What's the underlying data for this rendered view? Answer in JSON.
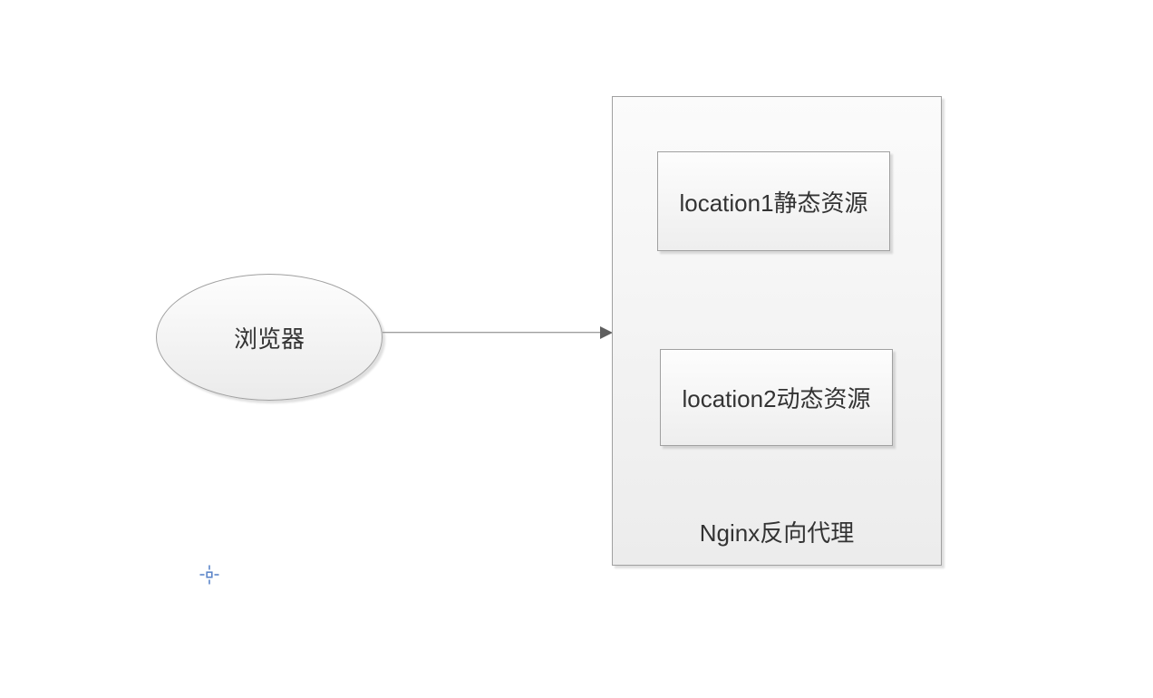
{
  "diagram": {
    "browser": {
      "label": "浏览器"
    },
    "connector": {
      "type": "arrow",
      "direction": "right"
    },
    "nginx": {
      "label": "Nginx反向代理",
      "locations": [
        {
          "label": "location1静态资源"
        },
        {
          "label": "location2动态资源"
        }
      ]
    },
    "colors": {
      "canvas_background": "#ffffff",
      "shape_border": "#a0a0a0",
      "shape_fill_top": "#fdfdfd",
      "shape_fill_bottom": "#ebebeb",
      "text": "#333333",
      "connector_line": "#9e9e9e",
      "arrowhead": "#5f5f5f",
      "origin_marker_blue": "#5c85c9"
    }
  }
}
